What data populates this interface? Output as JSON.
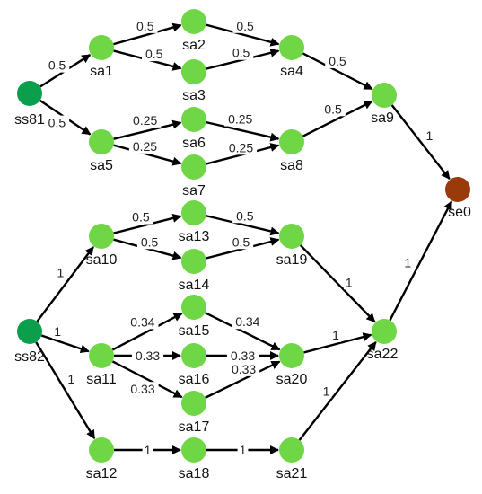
{
  "colors": {
    "source": "#0b9f4c",
    "state": "#6fd645",
    "end": "#9a3a0b",
    "edge": "#000000"
  },
  "nodes": [
    {
      "id": "ss81",
      "label": "ss81",
      "kind": "source"
    },
    {
      "id": "sa1",
      "label": "sa1",
      "kind": "state"
    },
    {
      "id": "sa2",
      "label": "sa2",
      "kind": "state"
    },
    {
      "id": "sa3",
      "label": "sa3",
      "kind": "state"
    },
    {
      "id": "sa4",
      "label": "sa4",
      "kind": "state"
    },
    {
      "id": "sa5",
      "label": "sa5",
      "kind": "state"
    },
    {
      "id": "sa6",
      "label": "sa6",
      "kind": "state"
    },
    {
      "id": "sa7",
      "label": "sa7",
      "kind": "state"
    },
    {
      "id": "sa8",
      "label": "sa8",
      "kind": "state"
    },
    {
      "id": "sa9",
      "label": "sa9",
      "kind": "state"
    },
    {
      "id": "se0",
      "label": "se0",
      "kind": "end"
    },
    {
      "id": "ss82",
      "label": "ss82",
      "kind": "source"
    },
    {
      "id": "sa10",
      "label": "sa10",
      "kind": "state"
    },
    {
      "id": "sa11",
      "label": "sa11",
      "kind": "state"
    },
    {
      "id": "sa12",
      "label": "sa12",
      "kind": "state"
    },
    {
      "id": "sa13",
      "label": "sa13",
      "kind": "state"
    },
    {
      "id": "sa14",
      "label": "sa14",
      "kind": "state"
    },
    {
      "id": "sa15",
      "label": "sa15",
      "kind": "state"
    },
    {
      "id": "sa16",
      "label": "sa16",
      "kind": "state"
    },
    {
      "id": "sa17",
      "label": "sa17",
      "kind": "state"
    },
    {
      "id": "sa18",
      "label": "sa18",
      "kind": "state"
    },
    {
      "id": "sa19",
      "label": "sa19",
      "kind": "state"
    },
    {
      "id": "sa20",
      "label": "sa20",
      "kind": "state"
    },
    {
      "id": "sa21",
      "label": "sa21",
      "kind": "state"
    },
    {
      "id": "sa22",
      "label": "sa22",
      "kind": "state"
    }
  ],
  "edges": [
    {
      "from": "ss81",
      "to": "sa1",
      "label": "0.5"
    },
    {
      "from": "ss81",
      "to": "sa5",
      "label": "0.5"
    },
    {
      "from": "sa1",
      "to": "sa2",
      "label": "0.5"
    },
    {
      "from": "sa1",
      "to": "sa3",
      "label": "0.5"
    },
    {
      "from": "sa2",
      "to": "sa4",
      "label": "0.5"
    },
    {
      "from": "sa3",
      "to": "sa4",
      "label": "0.5"
    },
    {
      "from": "sa4",
      "to": "sa9",
      "label": "0.5"
    },
    {
      "from": "sa5",
      "to": "sa6",
      "label": "0.25"
    },
    {
      "from": "sa5",
      "to": "sa7",
      "label": "0.25"
    },
    {
      "from": "sa6",
      "to": "sa8",
      "label": "0.25"
    },
    {
      "from": "sa7",
      "to": "sa8",
      "label": "0.25"
    },
    {
      "from": "sa8",
      "to": "sa9",
      "label": "0.5"
    },
    {
      "from": "sa9",
      "to": "se0",
      "label": "1"
    },
    {
      "from": "ss82",
      "to": "sa10",
      "label": "1"
    },
    {
      "from": "ss82",
      "to": "sa11",
      "label": "1"
    },
    {
      "from": "ss82",
      "to": "sa12",
      "label": "1"
    },
    {
      "from": "sa10",
      "to": "sa13",
      "label": "0.5"
    },
    {
      "from": "sa10",
      "to": "sa14",
      "label": "0.5"
    },
    {
      "from": "sa13",
      "to": "sa19",
      "label": "0.5"
    },
    {
      "from": "sa14",
      "to": "sa19",
      "label": "0.5"
    },
    {
      "from": "sa19",
      "to": "sa22",
      "label": "1"
    },
    {
      "from": "sa11",
      "to": "sa15",
      "label": "0.34"
    },
    {
      "from": "sa11",
      "to": "sa16",
      "label": "0.33"
    },
    {
      "from": "sa11",
      "to": "sa17",
      "label": "0.33"
    },
    {
      "from": "sa15",
      "to": "sa20",
      "label": "0.34"
    },
    {
      "from": "sa16",
      "to": "sa20",
      "label": "0.33"
    },
    {
      "from": "sa17",
      "to": "sa20",
      "label": "0.33"
    },
    {
      "from": "sa20",
      "to": "sa22",
      "label": "1"
    },
    {
      "from": "sa12",
      "to": "sa18",
      "label": "1"
    },
    {
      "from": "sa18",
      "to": "sa21",
      "label": "1"
    },
    {
      "from": "sa21",
      "to": "sa22",
      "label": "1"
    },
    {
      "from": "sa22",
      "to": "se0",
      "label": "1"
    }
  ]
}
